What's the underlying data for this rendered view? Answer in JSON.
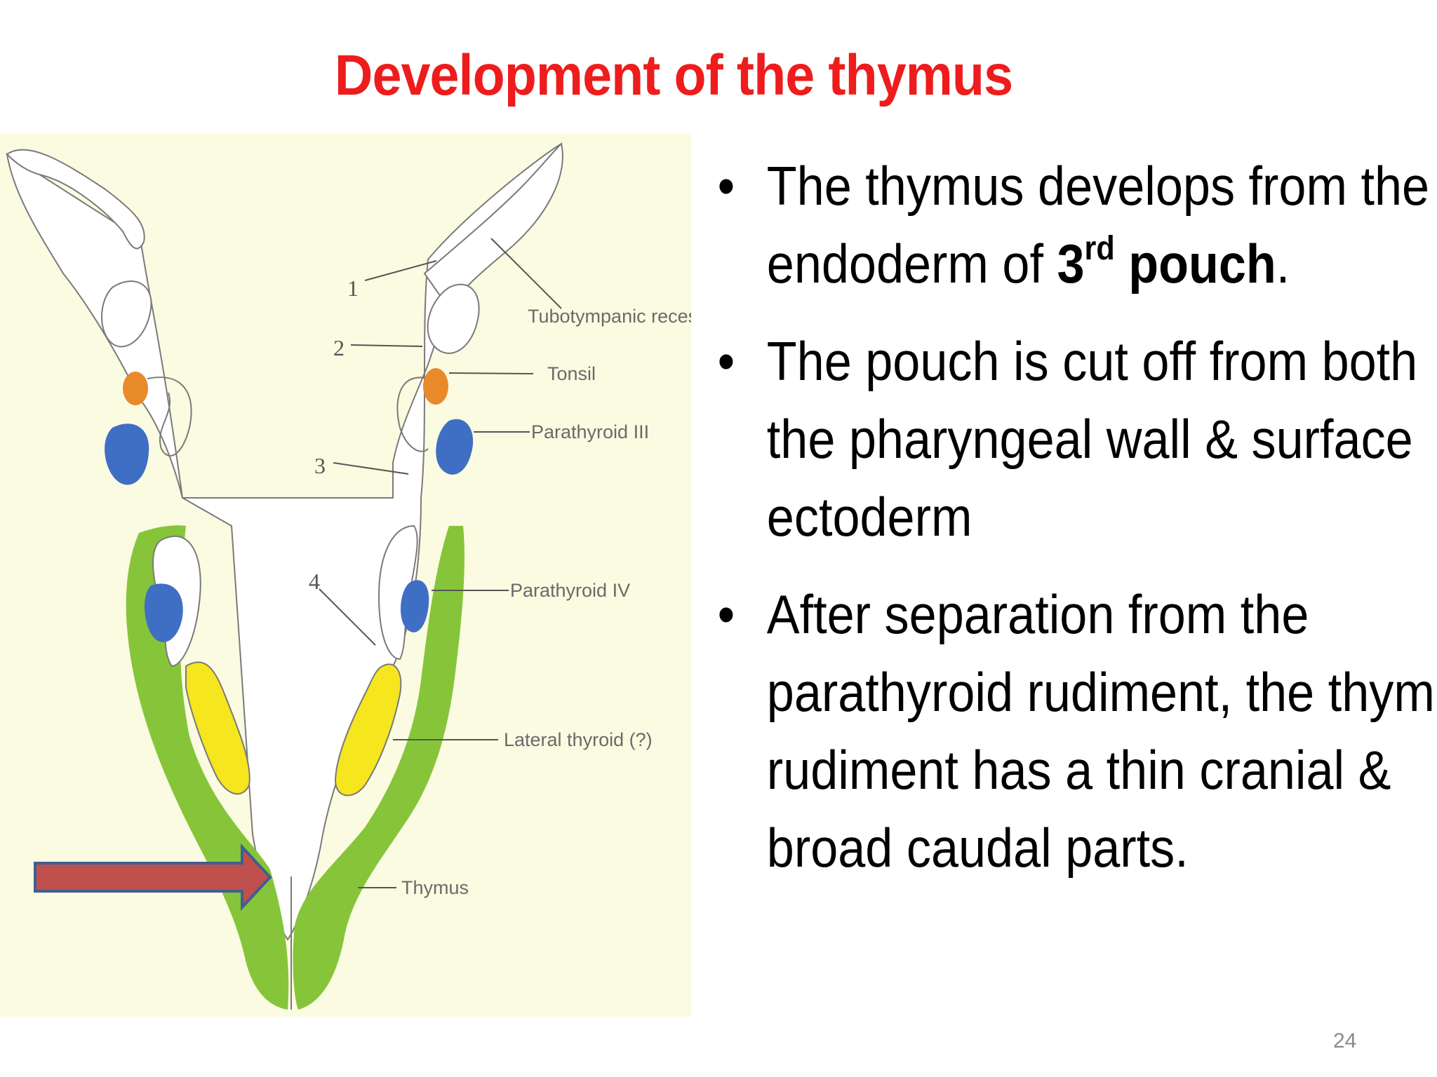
{
  "title": "Development of the thymus",
  "bullets": [
    {
      "pre": "The thymus develops from the endoderm of ",
      "bold_number": "3",
      "superscript": "rd",
      "bold_word": " pouch",
      "post": "."
    },
    {
      "text": "The pouch is cut off from both the pharyngeal wall & surface ectoderm"
    },
    {
      "text": "After separation from the parathyroid rudiment, the thymic rudiment has a thin cranial & broad caudal parts."
    }
  ],
  "figure": {
    "labels": {
      "tubotympanic": "Tubotympanic recess",
      "tonsil": "Tonsil",
      "parathyroid_iii": "Parathyroid III",
      "parathyroid_iv": "Parathyroid IV",
      "lateral_thyroid": "Lateral thyroid (?)",
      "thymus": "Thymus"
    },
    "pouch_numbers": [
      "1",
      "2",
      "3",
      "4"
    ],
    "colors": {
      "background": "#fbfbe2",
      "tonsil": "#e88a2a",
      "parathyroid": "#3f6fc4",
      "lateral_thyroid": "#f5e61e",
      "thymus": "#86c53a",
      "pointer_arrow": "#c0504d",
      "pointer_arrow_outline": "#3f5f8f",
      "title": "#ee1c1c"
    }
  },
  "page_number": "24"
}
